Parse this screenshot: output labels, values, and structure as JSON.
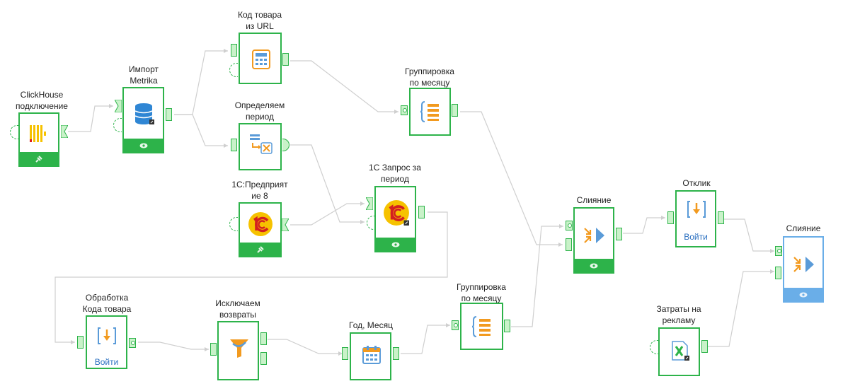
{
  "nodes": {
    "clickhouse": {
      "label1": "ClickHouse",
      "label2": "подключение"
    },
    "metrika": {
      "label1": "Импорт",
      "label2": "Metrika"
    },
    "code_url": {
      "label1": "Код товара",
      "label2": "из URL"
    },
    "period": {
      "label1": "Определяем",
      "label2": "период"
    },
    "onec_ent": {
      "label1": "1С:Предприят",
      "label2": "ие 8"
    },
    "group1": {
      "label1": "Группировка",
      "label2": "по месяцу"
    },
    "onec_query": {
      "label1": "1С Запрос за",
      "label2": "период"
    },
    "merge1": {
      "label1": "Слияние"
    },
    "response": {
      "label1": "Отклик",
      "login": "Войти"
    },
    "merge2": {
      "label1": "Слияние"
    },
    "processing": {
      "label1": "Обработка",
      "label2": "Кода товара",
      "login": "Войти"
    },
    "returns": {
      "label1": "Исключаем",
      "label2": "возвраты"
    },
    "year_month": {
      "label1": "Год, Месяц"
    },
    "group2": {
      "label1": "Группировка",
      "label2": "по месяцу"
    },
    "costs": {
      "label1": "Затраты на",
      "label2": "рекламу"
    }
  },
  "colors": {
    "green": "#2db34a",
    "port_fill": "#c9f2c9",
    "blue": "#6aaee8",
    "wire": "#cfcfcf",
    "orange": "#f29a1f"
  }
}
